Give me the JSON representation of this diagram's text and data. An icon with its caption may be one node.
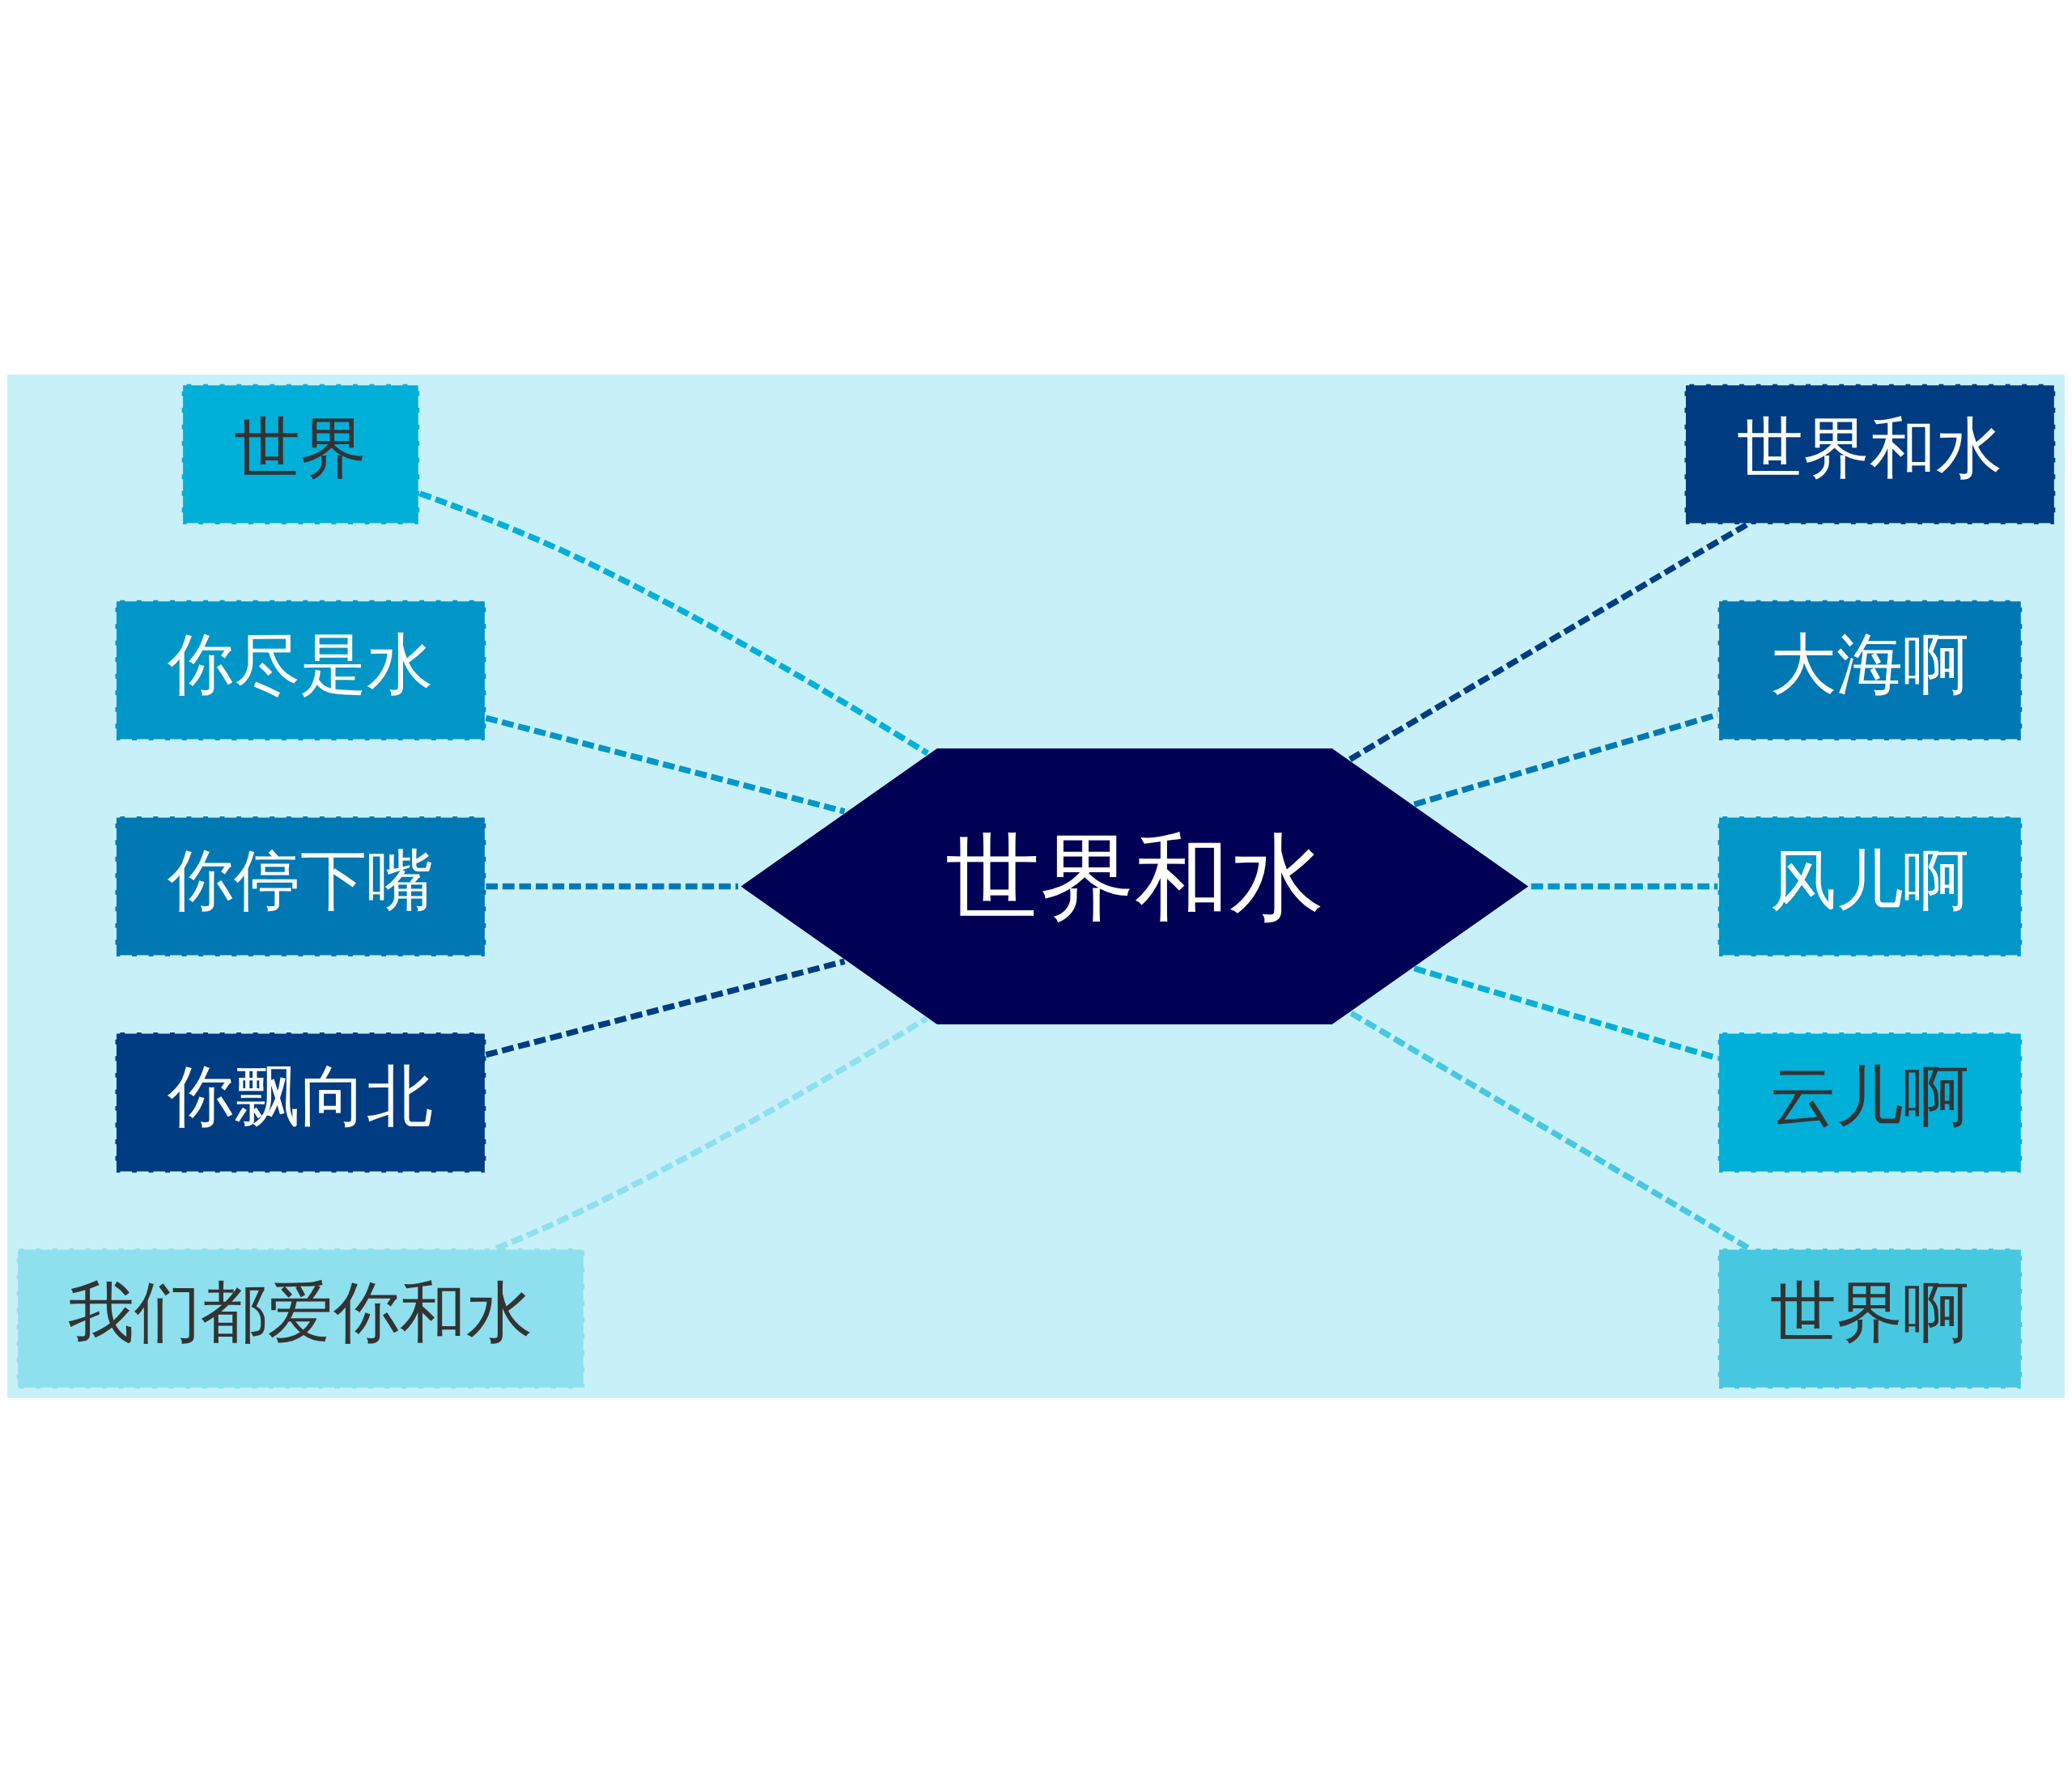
{
  "diagram": {
    "nodes": [
      {
        "text": [
          "世界和水"
        ]
      },
      {
        "text": [
          "世界"
        ]
      },
      {
        "text": [
          "你尽是水"
        ]
      },
      {
        "text": [
          "你停下嘴"
        ]
      },
      {
        "text": [
          "你飘向北"
        ]
      },
      {
        "text": [
          "我们都爱你和水"
        ]
      },
      {
        "text": [
          "世界和水"
        ]
      },
      {
        "text": [
          "大海啊"
        ]
      },
      {
        "text": [
          "风儿啊"
        ]
      },
      {
        "text": [
          "云儿啊"
        ]
      },
      {
        "text": [
          "世界啊"
        ]
      }
    ],
    "edges": [
      {
        "from": 0,
        "to": 1,
        "arrow": "none",
        "style": "dashed",
        "color": "#00b0d8"
      },
      {
        "from": 0,
        "to": 2,
        "arrow": "none",
        "style": "dashed",
        "color": "#0096c8"
      },
      {
        "from": 0,
        "to": 3,
        "arrow": "none",
        "style": "dashed",
        "color": "#0078b4"
      },
      {
        "from": 0,
        "to": 4,
        "arrow": "none",
        "style": "dashed",
        "color": "#003c82"
      },
      {
        "from": 0,
        "to": 5,
        "arrow": "none",
        "style": "dashed",
        "color": "#8ee0ee"
      },
      {
        "from": 0,
        "to": 6,
        "arrow": "none",
        "style": "dashed",
        "color": "#003c82"
      },
      {
        "from": 0,
        "to": 7,
        "arrow": "none",
        "style": "dashed",
        "color": "#0078b4"
      },
      {
        "from": 0,
        "to": 8,
        "arrow": "none",
        "style": "dashed",
        "color": "#0096c8"
      },
      {
        "from": 0,
        "to": 9,
        "arrow": "none",
        "style": "dashed",
        "color": "#00b0d8"
      },
      {
        "from": 0,
        "to": 10,
        "arrow": "none",
        "style": "dashed",
        "color": "#48c8e0"
      }
    ]
  }
}
